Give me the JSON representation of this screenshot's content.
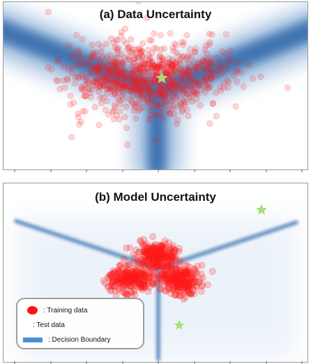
{
  "panels": {
    "a": {
      "title": "(a) Data Uncertainty"
    },
    "b": {
      "title": "(b) Model Uncertainty"
    }
  },
  "legend": {
    "training": ": Training data",
    "test": ": Test data",
    "boundary": ": Decision Boundary"
  },
  "colors": {
    "training_points": "#ff1a1a",
    "test_point": "#a6e07a",
    "boundary": "#2f66a8",
    "legend_boundary": "#4d8fd4"
  },
  "icons": {
    "training": "red-dot-icon",
    "test": "green-star-icon",
    "boundary": "blue-bar-icon"
  }
}
